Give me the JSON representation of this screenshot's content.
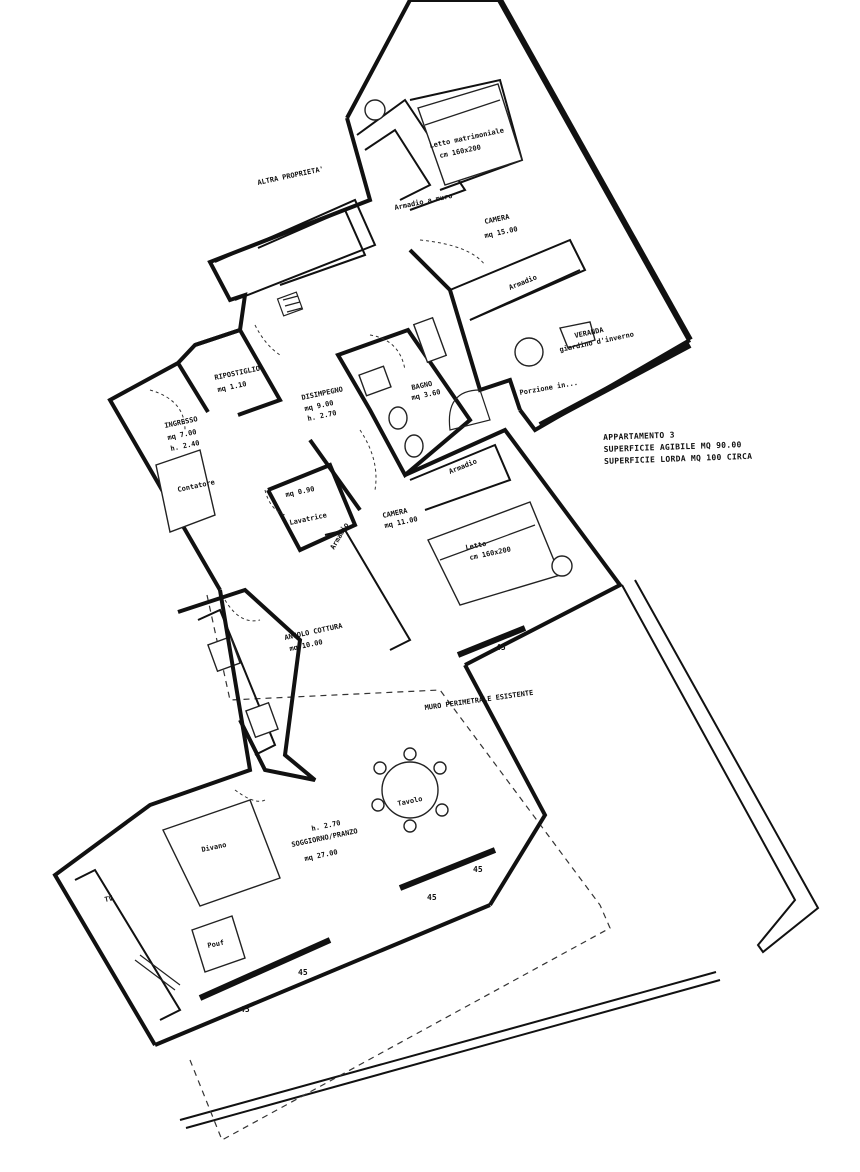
{
  "info": {
    "title": "APPARTAMENTO 3",
    "net_area": "SUPERFICIE AGIBILE MQ 90.00",
    "gross_area": "SUPERFICIE LORDA MQ 100 CIRCA"
  },
  "labels": {
    "altra_proprieta": "ALTRA PROPRIETA'",
    "letto_matrimoniale": "Letto matrimoniale",
    "letto_matrimoniale_size": "cm 160x200",
    "armadio_1": "Armadio a muro",
    "camera_1": "CAMERA",
    "camera_1_area": "mq 15.00",
    "armadio_2": "Armadio",
    "veranda": "VERANDA",
    "giardino_inverno": "giardino d'inverno",
    "bagno": "BAGNO",
    "bagno_area": "mq 3.60",
    "predisposizione": "Porzione in...",
    "ripostiglio": "RIPOSTIGLIO",
    "ripostiglio_area": "mq 1.10",
    "disimpegno": "DISIMPEGNO",
    "disimpegno_area": "mq 9.00",
    "disimpegno_h": "h. 2.70",
    "ingresso": "INGRESSO",
    "ingresso_area": "mq 7.00",
    "ingresso_h": "h. 2.40",
    "contatore": "Contatore",
    "wc_area": "mq 0.90",
    "lavatrice": "Lavatrice",
    "armadio_3": "Armadio",
    "camera_2": "CAMERA",
    "camera_2_area": "mq 11.00",
    "letto_2": "Letto",
    "letto_2_size": "cm 160x200",
    "armadio_4": "Armadio",
    "angolo_cottura": "ANGOLO COTTURA",
    "angolo_cottura_area": "mq 10.00",
    "muro_perimetrale": "MURO PERIMETRALE ESISTENTE",
    "tavolo": "Tavolo",
    "soggiorno_h": "h. 2.70",
    "soggiorno": "SOGGIORNO/PRANZO",
    "soggiorno_area": "mq 27.00",
    "divano": "Divano",
    "pouf": "Pouf",
    "tv": "TV"
  },
  "marks": {
    "window_mark": "45"
  }
}
